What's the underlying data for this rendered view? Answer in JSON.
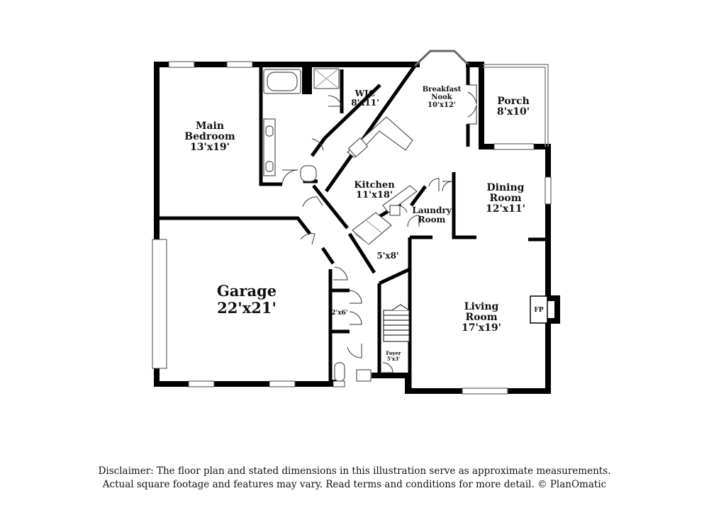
{
  "rooms": {
    "main_bedroom": {
      "name_line1": "Main",
      "name_line2": "Bedroom",
      "dims": "13'x19'"
    },
    "wic": {
      "name": "WIC",
      "dims": "8'x11'"
    },
    "breakfast_nook": {
      "name_line1": "Breakfast",
      "name_line2": "Nook",
      "dims": "10'x12'"
    },
    "porch": {
      "name": "Porch",
      "dims": "8'x10'"
    },
    "kitchen": {
      "name": "Kitchen",
      "dims": "11'x18'"
    },
    "dining_room": {
      "name_line1": "Dining",
      "name_line2": "Room",
      "dims": "12'x11'"
    },
    "laundry_room": {
      "name_line1": "Laundry",
      "name_line2": "Room"
    },
    "pantry": {
      "dims": "5'x8'"
    },
    "garage": {
      "name": "Garage",
      "dims": "22'x21'"
    },
    "closet": {
      "dims": "2'x6'"
    },
    "living_room": {
      "name_line1": "Living",
      "name_line2": "Room",
      "dims": "17'x19'"
    },
    "foyer": {
      "name": "Foyer",
      "dims": "5'x3'"
    },
    "fireplace": {
      "label": "FP"
    }
  },
  "disclaimer": {
    "line1": "Disclaimer: The floor plan and stated dimensions in this illustration serve as approximate measurements.",
    "line2": "Actual square footage and features may vary. Read terms and conditions for more detail. © PlanOmatic"
  }
}
